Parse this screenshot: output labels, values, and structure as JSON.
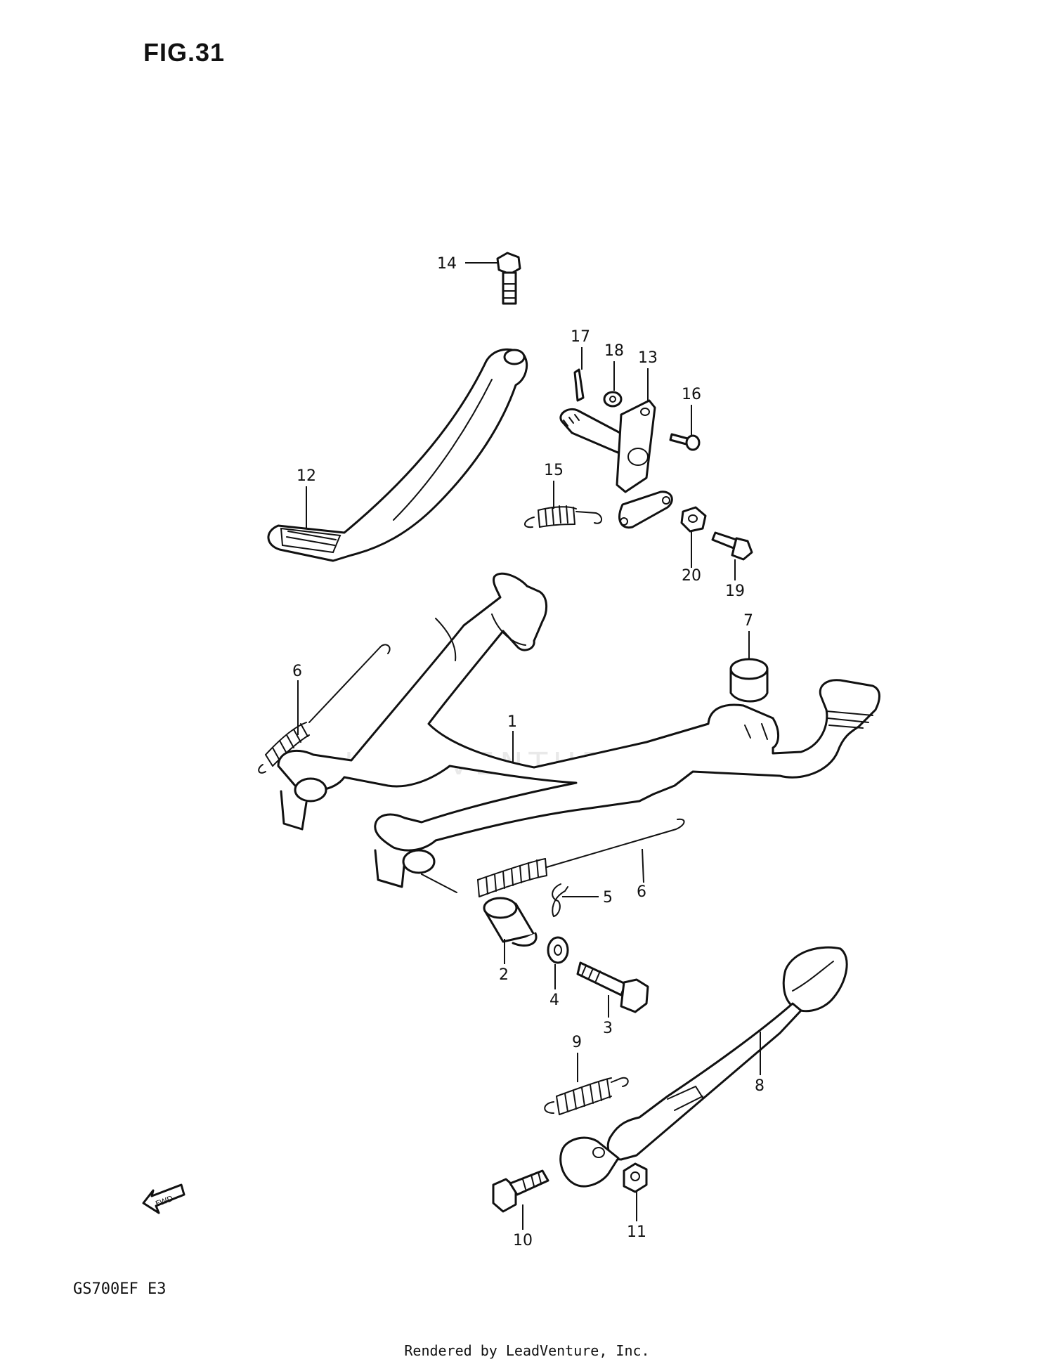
{
  "figure": {
    "title": "FIG.31",
    "model": "GS700EF  E3",
    "footer": "Rendered by LeadVenture, Inc."
  },
  "watermark": "LEADVENTURE",
  "fwd_label": "FWD",
  "callouts": {
    "p1": "1",
    "p2": "2",
    "p3": "3",
    "p4": "4",
    "p5": "5",
    "p6a": "6",
    "p6b": "6",
    "p7": "7",
    "p8": "8",
    "p9": "9",
    "p10": "10",
    "p11": "11",
    "p12": "12",
    "p13": "13",
    "p14": "14",
    "p15": "15",
    "p16": "16",
    "p17": "17",
    "p18": "18",
    "p19": "19",
    "p20": "20"
  }
}
